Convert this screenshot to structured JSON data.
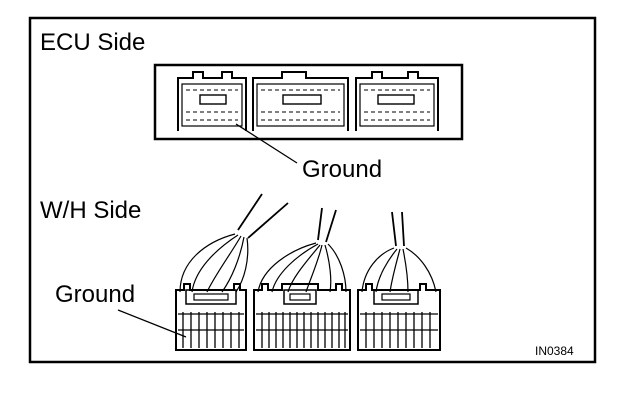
{
  "labels": {
    "ecu_side": "ECU Side",
    "wh_side": "W/H Side",
    "ground_ecu": "Ground",
    "ground_wh": "Ground",
    "figure_id": "IN0384"
  },
  "colors": {
    "ink": "#000000",
    "background": "#ffffff"
  }
}
